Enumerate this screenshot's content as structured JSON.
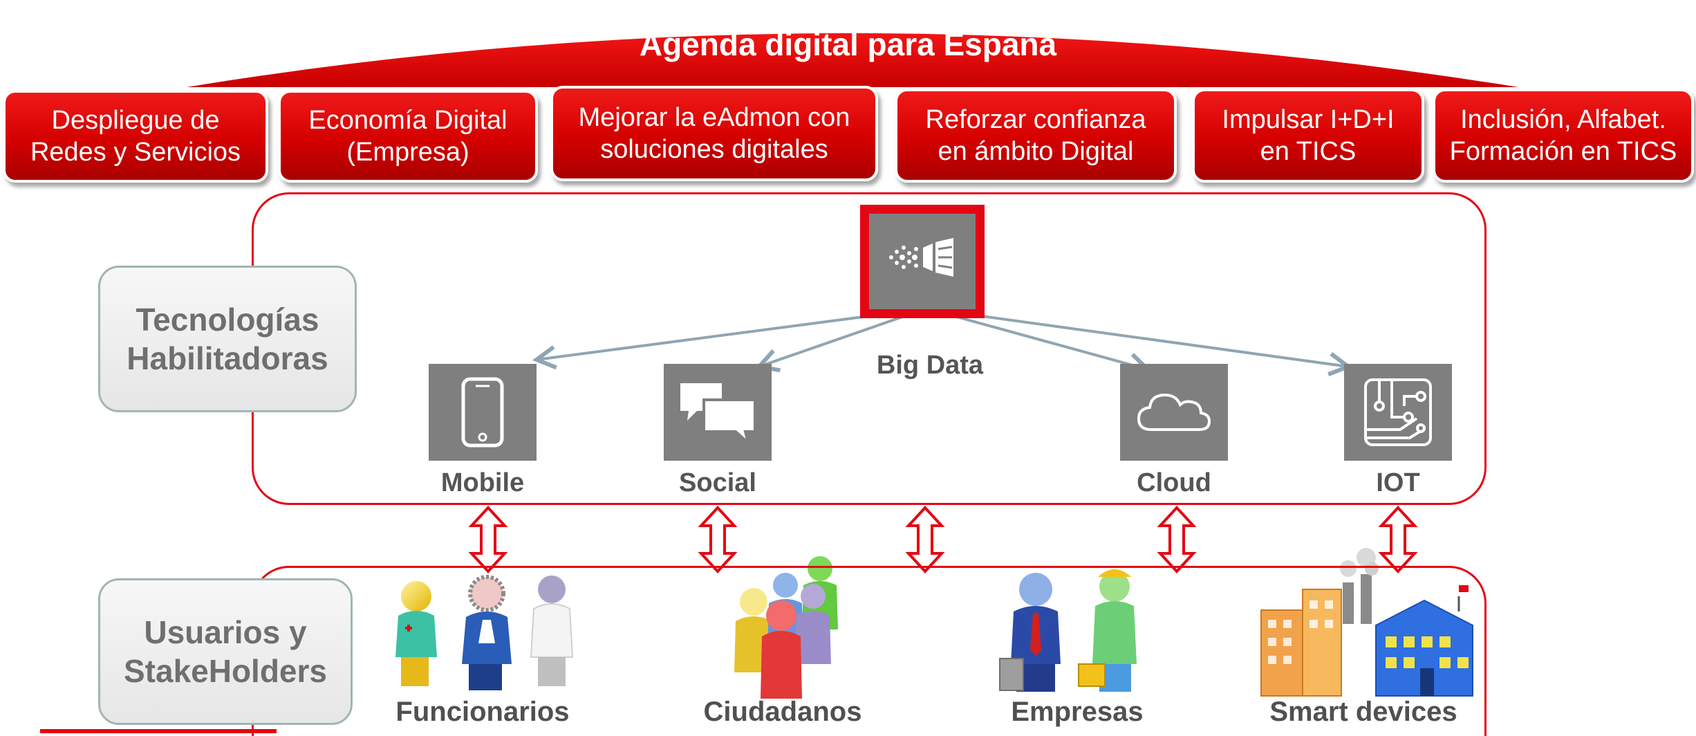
{
  "banner": {
    "title": "Agenda digital para España",
    "color": "#e30613"
  },
  "pillars": [
    {
      "label": "Despliegue de\nRedes y Servicios"
    },
    {
      "label": "Economía Digital\n(Empresa)"
    },
    {
      "label": "Mejorar la eAdmon con\nsoluciones digitales"
    },
    {
      "label": "Reforzar confianza\nen ámbito Digital"
    },
    {
      "label": "Impulsar I+D+I\nen TICS"
    },
    {
      "label": "Inclusión, Alfabet.\nFormación en TICS"
    }
  ],
  "layers": {
    "technologies": "Tecnologías\nHabilitadoras",
    "stakeholders": "Usuarios y\nStakeHolders"
  },
  "technologies": {
    "hub": {
      "label": "Big Data",
      "icon": "big-data-icon"
    },
    "items": [
      {
        "label": "Mobile",
        "icon": "mobile-phone-icon"
      },
      {
        "label": "Social",
        "icon": "chat-bubbles-icon"
      },
      {
        "label": "Cloud",
        "icon": "cloud-icon"
      },
      {
        "label": "IOT",
        "icon": "circuit-board-icon"
      }
    ]
  },
  "stakeholders": [
    {
      "label": "Funcionarios",
      "icon": "civil-servants-icon"
    },
    {
      "label": "Ciudadanos",
      "icon": "citizens-group-icon"
    },
    {
      "label": "Empresas",
      "icon": "business-people-icon"
    },
    {
      "label": "Smart devices",
      "icon": "smart-city-icon"
    }
  ],
  "colors": {
    "accent": "#e30613",
    "tile": "#7f7f7f",
    "connector": "#8fa5b2",
    "side_border": "#9fb6b2"
  }
}
